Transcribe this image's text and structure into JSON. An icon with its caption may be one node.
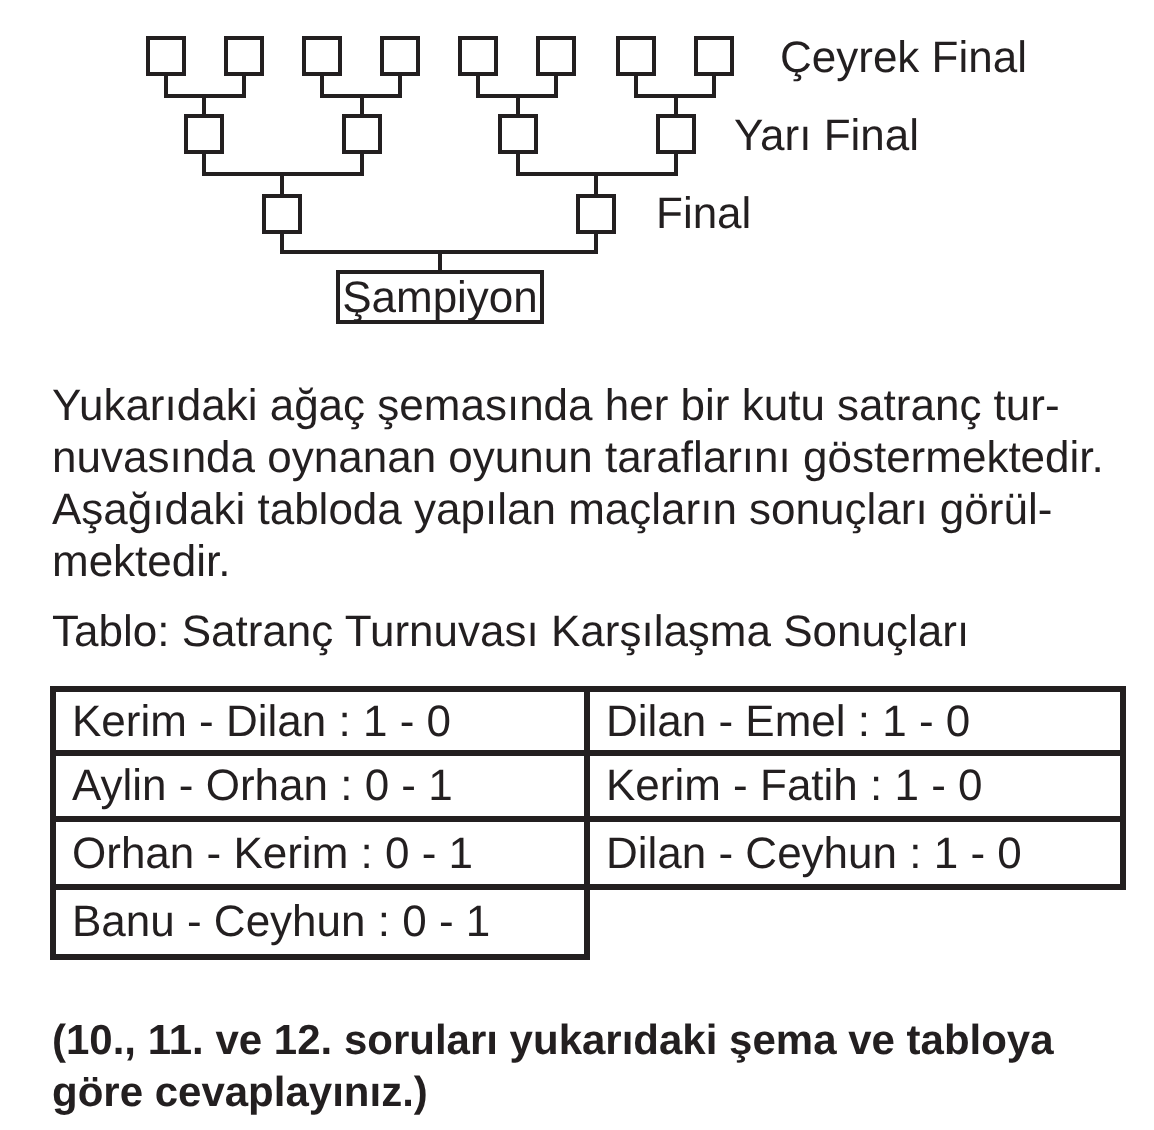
{
  "diagram": {
    "nodes": [
      {
        "text": [],
        "shape": "box"
      },
      {
        "text": [],
        "shape": "box"
      },
      {
        "text": [],
        "shape": "box"
      },
      {
        "text": [],
        "shape": "box"
      },
      {
        "text": [],
        "shape": "box"
      },
      {
        "text": [],
        "shape": "box"
      },
      {
        "text": [],
        "shape": "box"
      },
      {
        "text": [],
        "shape": "box"
      },
      {
        "text": [],
        "shape": "box"
      },
      {
        "text": [],
        "shape": "box"
      },
      {
        "text": [],
        "shape": "box"
      },
      {
        "text": [],
        "shape": "box"
      },
      {
        "text": [],
        "shape": "box"
      },
      {
        "text": [],
        "shape": "box"
      },
      {
        "text": [
          "Şampiyon"
        ]
      }
    ],
    "edges": [
      {
        "from": 0,
        "to": 8,
        "arrow": "none"
      },
      {
        "from": 1,
        "to": 8,
        "arrow": "none"
      },
      {
        "from": 2,
        "to": 9,
        "arrow": "none"
      },
      {
        "from": 3,
        "to": 9,
        "arrow": "none"
      },
      {
        "from": 4,
        "to": 10,
        "arrow": "none"
      },
      {
        "from": 5,
        "to": 10,
        "arrow": "none"
      },
      {
        "from": 6,
        "to": 11,
        "arrow": "none"
      },
      {
        "from": 7,
        "to": 11,
        "arrow": "none"
      },
      {
        "from": 8,
        "to": 12,
        "arrow": "none"
      },
      {
        "from": 9,
        "to": 12,
        "arrow": "none"
      },
      {
        "from": 10,
        "to": 13,
        "arrow": "none"
      },
      {
        "from": 11,
        "to": 13,
        "arrow": "none"
      },
      {
        "from": 12,
        "to": 14,
        "arrow": "none"
      },
      {
        "from": 13,
        "to": 14,
        "arrow": "none"
      }
    ],
    "labels": [
      "Çeyrek Final",
      "Yarı Final",
      "Final",
      "Yukarıdaki ağaç şemasında her bir kutu satranç tur- nuvasında oynanan oyunun taraflarını göstermektedir. Aşağıdaki tabloda yapılan maçların sonuçları görül- mektedir.",
      "Tablo: Satranç Turnuvası Karşılaşma Sonuçları",
      "Kerim - Dilan : 1 - 0",
      "Dilan - Emel : 1 - 0",
      "Aylin - Orhan : 0 - 1",
      "Kerim - Fatih : 1 - 0",
      "Orhan - Kerim : 0 - 1",
      "Dilan - Ceyhun : 1 - 0",
      "Banu - Ceyhun : 0 - 1",
      "(10., 11. ve 12. soruları yukarıdaki şema ve tabloya göre cevaplayınız.)"
    ]
  }
}
